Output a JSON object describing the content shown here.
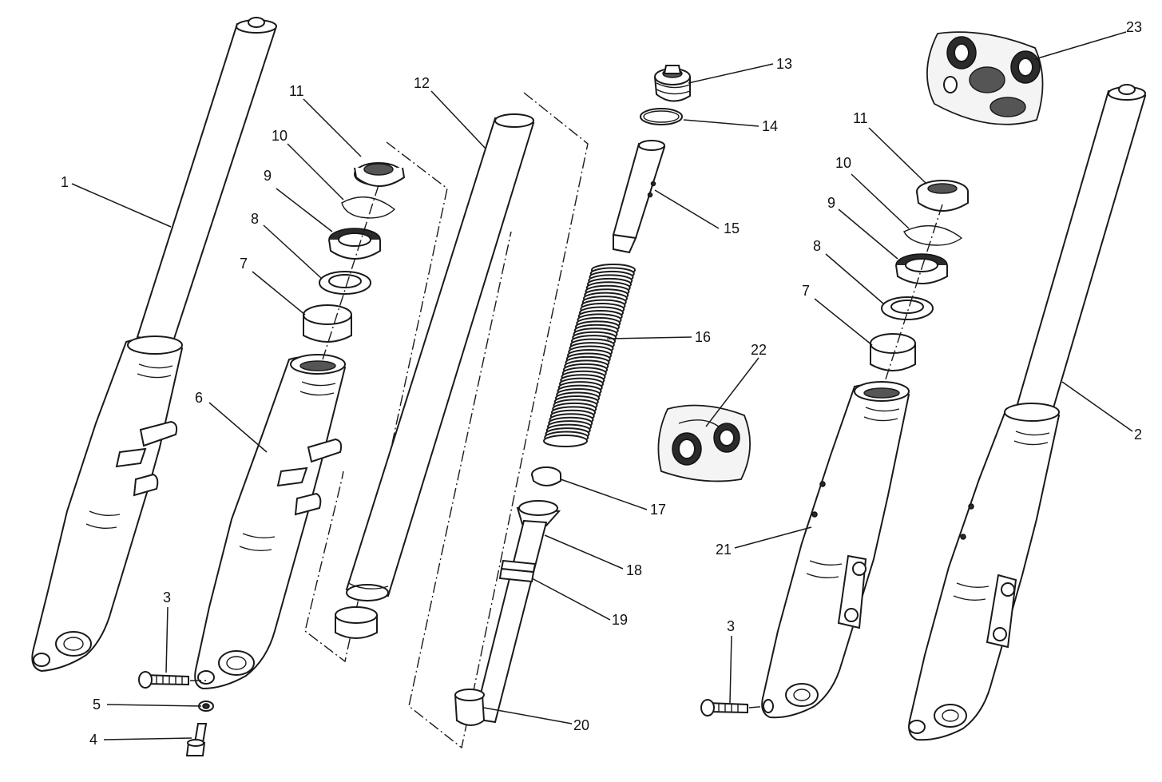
{
  "callouts": [
    {
      "id": "c1",
      "number": "1"
    },
    {
      "id": "c2",
      "number": "2"
    },
    {
      "id": "c3a",
      "number": "3"
    },
    {
      "id": "c3b",
      "number": "3"
    },
    {
      "id": "c4",
      "number": "4"
    },
    {
      "id": "c5",
      "number": "5"
    },
    {
      "id": "c6",
      "number": "6"
    },
    {
      "id": "c7a",
      "number": "7"
    },
    {
      "id": "c7b",
      "number": "7"
    },
    {
      "id": "c8a",
      "number": "8"
    },
    {
      "id": "c8b",
      "number": "8"
    },
    {
      "id": "c9a",
      "number": "9"
    },
    {
      "id": "c9b",
      "number": "9"
    },
    {
      "id": "c10a",
      "number": "10"
    },
    {
      "id": "c10b",
      "number": "10"
    },
    {
      "id": "c11a",
      "number": "11"
    },
    {
      "id": "c11b",
      "number": "11"
    },
    {
      "id": "c12",
      "number": "12"
    },
    {
      "id": "c13",
      "number": "13"
    },
    {
      "id": "c14",
      "number": "14"
    },
    {
      "id": "c15",
      "number": "15"
    },
    {
      "id": "c16",
      "number": "16"
    },
    {
      "id": "c17",
      "number": "17"
    },
    {
      "id": "c18",
      "number": "18"
    },
    {
      "id": "c19",
      "number": "19"
    },
    {
      "id": "c20",
      "number": "20"
    },
    {
      "id": "c21",
      "number": "21"
    },
    {
      "id": "c22",
      "number": "22"
    },
    {
      "id": "c23",
      "number": "23"
    }
  ]
}
